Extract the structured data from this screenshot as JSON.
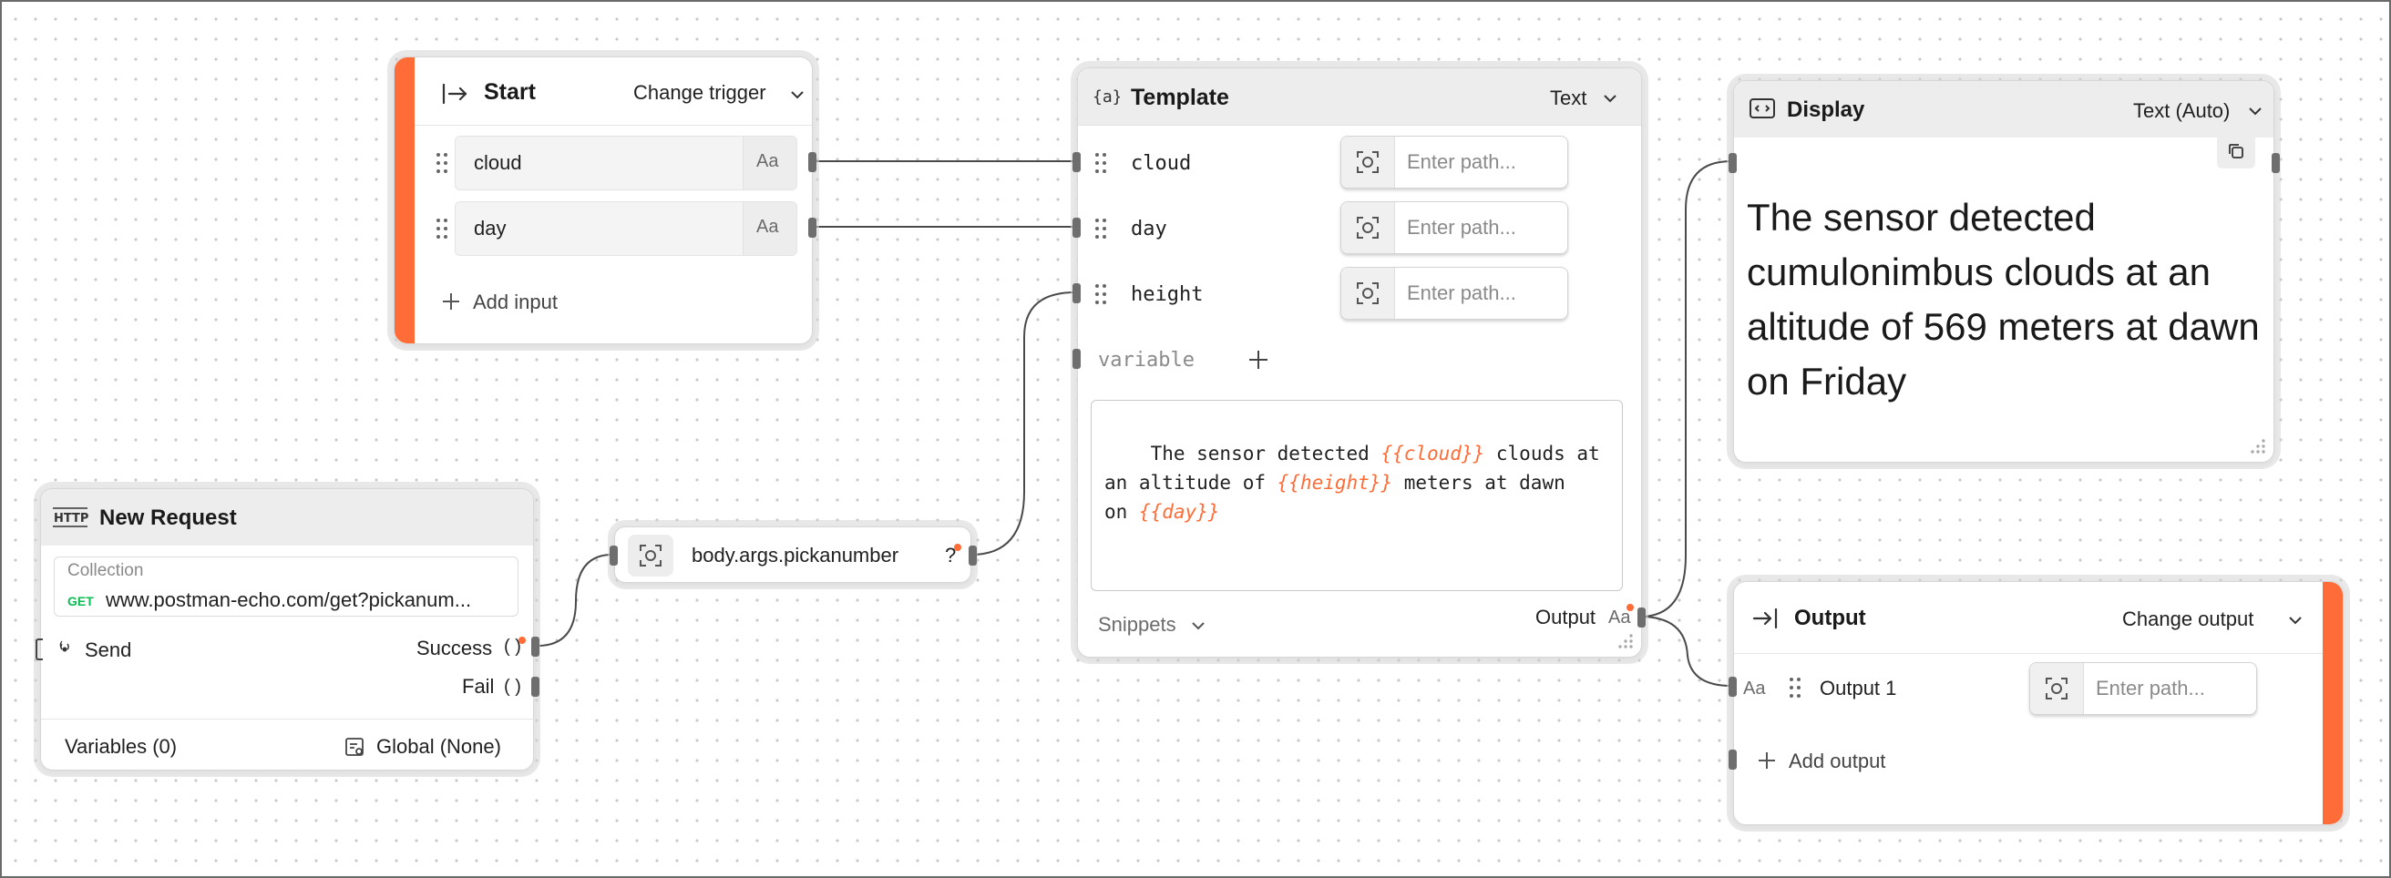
{
  "start": {
    "title": "Start",
    "trigger": "Change trigger",
    "inputs": [
      {
        "name": "cloud",
        "type": "Aa"
      },
      {
        "name": "day",
        "type": "Aa"
      }
    ],
    "add_input": "Add input"
  },
  "template": {
    "title": "Template",
    "mode": "Text",
    "vars": [
      {
        "name": "cloud",
        "placeholder": "Enter path..."
      },
      {
        "name": "day",
        "placeholder": "Enter path..."
      },
      {
        "name": "height",
        "placeholder": "Enter path..."
      }
    ],
    "new_var_placeholder": "variable",
    "text_parts": [
      {
        "text": "The sensor detected ",
        "var": false
      },
      {
        "text": "{{cloud}}",
        "var": true
      },
      {
        "text": " clouds at\nan altitude of ",
        "var": false
      },
      {
        "text": "{{height}}",
        "var": true
      },
      {
        "text": " meters at dawn\non ",
        "var": false
      },
      {
        "text": "{{day}}",
        "var": true
      }
    ],
    "snippets": "Snippets",
    "output_label": "Output",
    "output_type": "Aa"
  },
  "display": {
    "title": "Display",
    "mode": "Text (Auto)",
    "content": "The sensor detected cumulonimbus clouds at an altitude of 569 meters at dawn on Friday"
  },
  "request": {
    "title": "New Request",
    "collection": "Collection",
    "method": "GET",
    "url": "www.postman-echo.com/get?pickanum...",
    "send": "Send",
    "success": "Success",
    "fail": "Fail",
    "paren": "( )",
    "variables": "Variables (0)",
    "global": "Global (None)"
  },
  "evaluate": {
    "path": "body.args.pickanumber",
    "help": "?"
  },
  "output": {
    "title": "Output",
    "change": "Change output",
    "items": [
      {
        "type": "Aa",
        "name": "Output 1",
        "placeholder": "Enter path..."
      }
    ],
    "add_output": "Add output"
  },
  "colors": {
    "accent": "#ff6c37",
    "get_method": "#0cbb52"
  }
}
